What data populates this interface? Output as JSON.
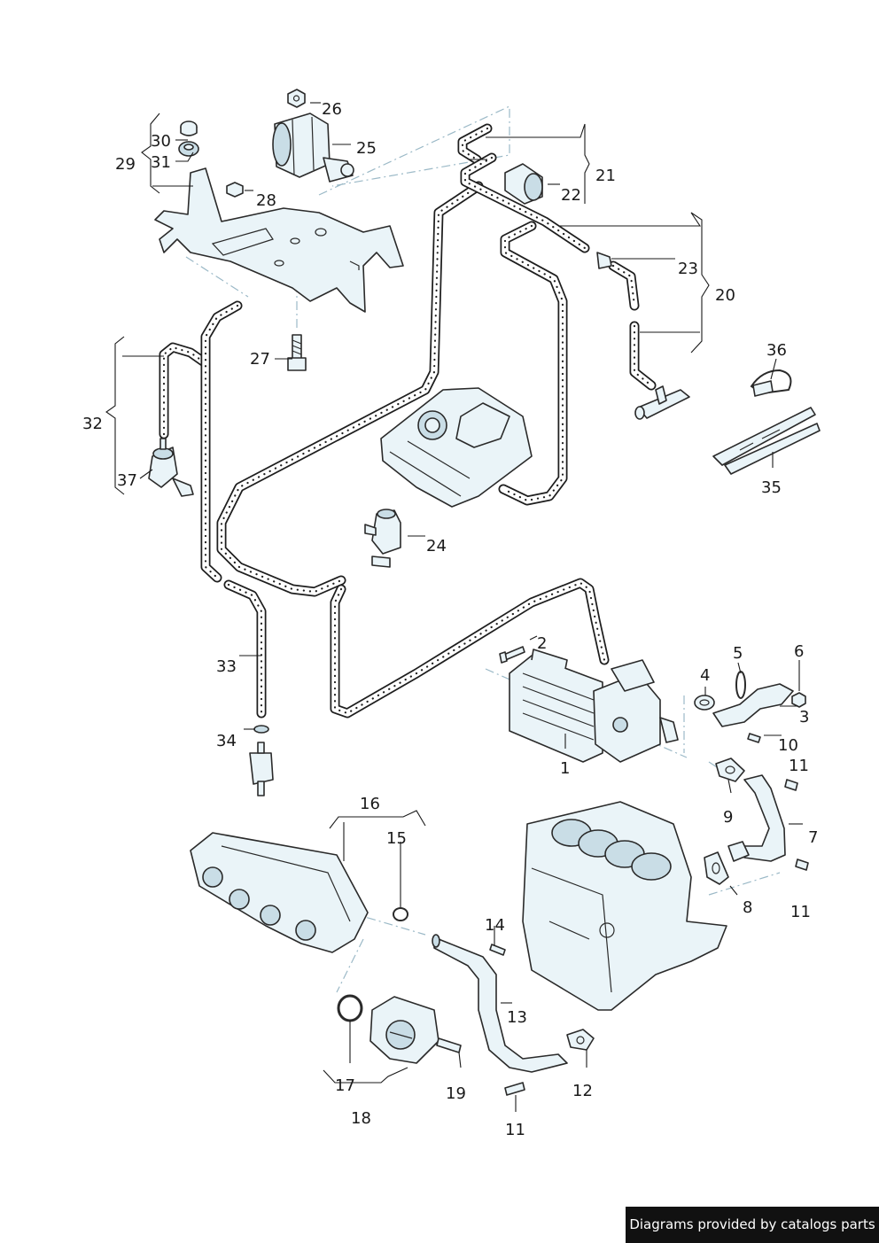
{
  "diagram": {
    "callouts": {
      "c1": "1",
      "c2": "2",
      "c3": "3",
      "c4": "4",
      "c5": "5",
      "c6": "6",
      "c7": "7",
      "c8": "8",
      "c9": "9",
      "c10": "10",
      "c11a": "11",
      "c11b": "11",
      "c11c": "11",
      "c12": "12",
      "c13": "13",
      "c14": "14",
      "c15": "15",
      "c16": "16",
      "c17": "17",
      "c18": "18",
      "c19": "19",
      "c20": "20",
      "c21": "21",
      "c22": "22",
      "c23": "23",
      "c24": "24",
      "c25": "25",
      "c26": "26",
      "c27": "27",
      "c28": "28",
      "c29": "29",
      "c30": "30",
      "c31": "31",
      "c32": "32",
      "c33": "33",
      "c34": "34",
      "c35": "35",
      "c36": "36",
      "c37": "37"
    },
    "colors": {
      "part_fill": "#eaf4f8",
      "part_shade": "#c9dde6",
      "line": "#1a1a1a",
      "assembly_dash": "#9bb9c7"
    }
  },
  "watermark": {
    "text": "Diagrams provided by catalogs parts"
  }
}
